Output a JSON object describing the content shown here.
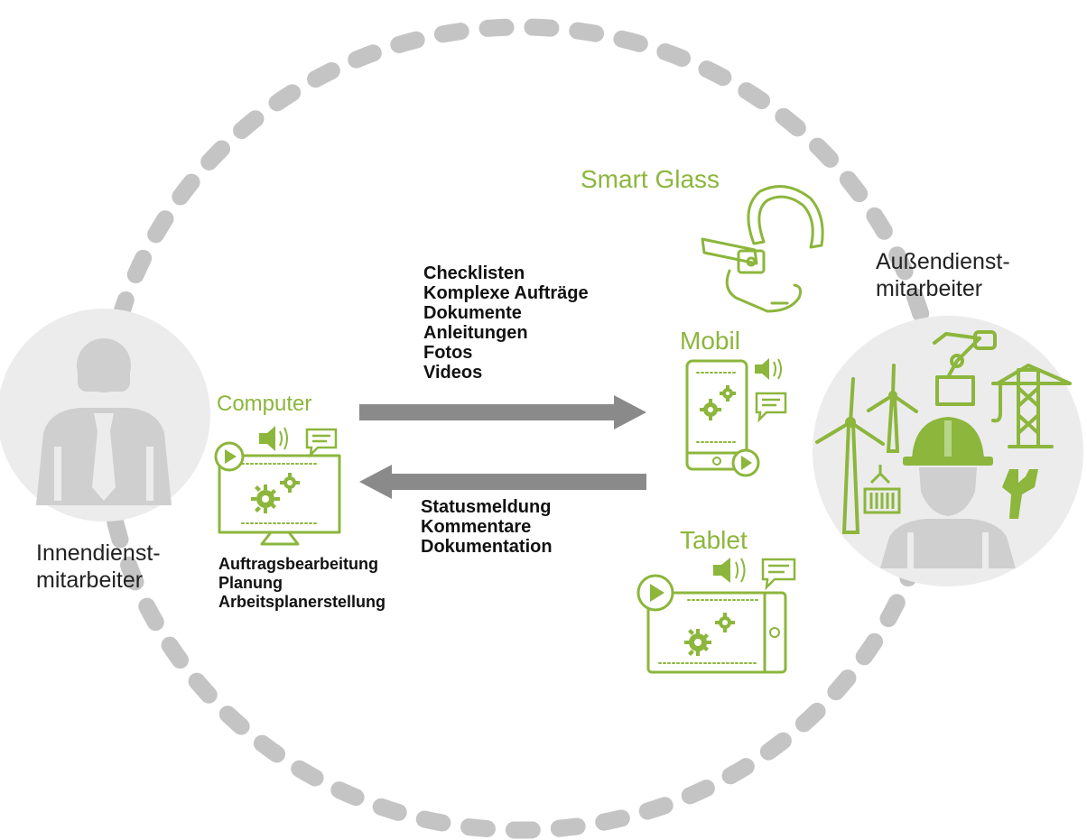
{
  "colors": {
    "green": "#8cb63c",
    "gray_dash": "#c4c4c4",
    "arrow": "#8a8a8a",
    "circle_bg": "#ececec",
    "person": "#cfcfcf"
  },
  "roles": {
    "inside": {
      "line1": "Innendienst-",
      "line2": "mitarbeiter"
    },
    "outside": {
      "line1": "Außendienst-",
      "line2": "mitarbeiter"
    }
  },
  "devices": {
    "computer": "Computer",
    "smart_glass": "Smart Glass",
    "mobile": "Mobil",
    "tablet": "Tablet"
  },
  "forward_flow": [
    "Checklisten",
    "Komplexe Aufträge",
    "Dokumente",
    "Anleitungen",
    "Fotos",
    "Videos"
  ],
  "return_flow": [
    "Statusmeldung",
    "Kommentare",
    "Dokumentation"
  ],
  "computer_tasks": [
    "Auftragsbearbeitung",
    "Planung",
    "Arbeitsplanerstellung"
  ],
  "icons": [
    "person-icon",
    "worker-icon",
    "wind-turbine-icon",
    "robot-arm-icon",
    "crane-icon",
    "container-icon",
    "wrench-icon",
    "play-icon",
    "speaker-icon",
    "chat-icon",
    "gear-icon",
    "smart-glass-icon",
    "monitor-icon",
    "smartphone-icon",
    "tablet-icon"
  ]
}
